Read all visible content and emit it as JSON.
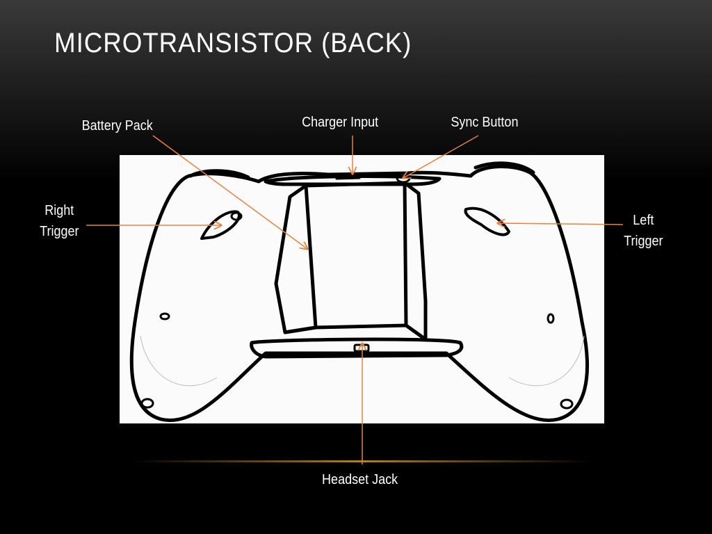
{
  "slide": {
    "title": "MICROTRANSISTOR (BACK)"
  },
  "callouts": {
    "battery_pack": "Battery Pack",
    "charger_input": "Charger Input",
    "sync_button": "Sync Button",
    "right_trigger": "Right\nTrigger",
    "left_trigger": "Left\nTrigger",
    "headset_jack": "Headset Jack"
  },
  "colors": {
    "leader_line": "#e8823a",
    "label_text": "#ffffff",
    "background": "#000000"
  }
}
